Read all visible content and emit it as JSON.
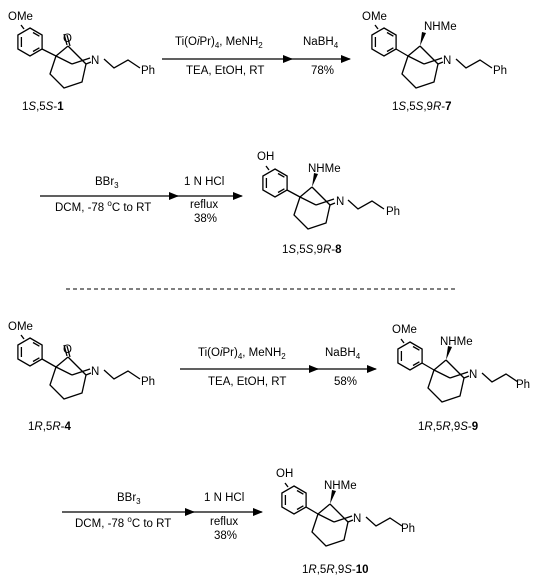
{
  "scheme1": {
    "sm_label": {
      "pre": "1",
      "it1": "S",
      "mid": ",5",
      "it2": "S",
      "post": "-",
      "num": "1"
    },
    "step1": {
      "a_pre": "Ti(O",
      "a_it": "i",
      "a_mid": "Pr)",
      "a_sub": "4",
      "a_post": ", MeNH",
      "a_sub2": "2",
      "b": "TEA, EtOH, RT"
    },
    "step2": {
      "a": "NaBH",
      "a_sub": "4",
      "b": "78%"
    },
    "p_label": {
      "pre": "1",
      "it1": "S",
      "mid": ",5",
      "it2": "S",
      "mid2": ",9",
      "it3": "R",
      "post": "-",
      "num": "7"
    }
  },
  "scheme2": {
    "step1": {
      "a": "BBr",
      "a_sub": "3",
      "b_pre": "DCM, -78 ",
      "b_sup": "o",
      "b_post": "C to RT"
    },
    "step2": {
      "a": "1 N HCl",
      "b": "reflux",
      "c": "38%"
    },
    "p_label": {
      "pre": "1",
      "it1": "S",
      "mid": ",5",
      "it2": "S",
      "mid2": ",9",
      "it3": "R",
      "post": "-",
      "num": "8"
    }
  },
  "scheme3": {
    "sm_label": {
      "pre": "1",
      "it1": "R",
      "mid": ",5",
      "it2": "R",
      "post": "-",
      "num": "4"
    },
    "step1": {
      "a_pre": "Ti(O",
      "a_it": "i",
      "a_mid": "Pr)",
      "a_sub": "4",
      "a_post": ", MeNH",
      "a_sub2": "2",
      "b": "TEA, EtOH, RT"
    },
    "step2": {
      "a": "NaBH",
      "a_sub": "4",
      "b": "58%"
    },
    "p_label": {
      "pre": "1",
      "it1": "R",
      "mid": ",5",
      "it2": "R",
      "mid2": ",9",
      "it3": "S",
      "post": "-",
      "num": "9"
    }
  },
  "scheme4": {
    "step1": {
      "a": "BBr",
      "a_sub": "3",
      "b_pre": "DCM, -78 ",
      "b_sup": "o",
      "b_post": "C to RT"
    },
    "step2": {
      "a": "1 N HCl",
      "b": "reflux",
      "c": "38%"
    },
    "p_label": {
      "pre": "1",
      "it1": "R",
      "mid": ",5",
      "it2": "R",
      "mid2": ",9",
      "it3": "S",
      "post": "-",
      "num": "10"
    }
  },
  "atoms": {
    "ome": "OMe",
    "oh": "OH",
    "o": "O",
    "n": "N",
    "ph": "Ph",
    "nhme": "NHMe"
  }
}
